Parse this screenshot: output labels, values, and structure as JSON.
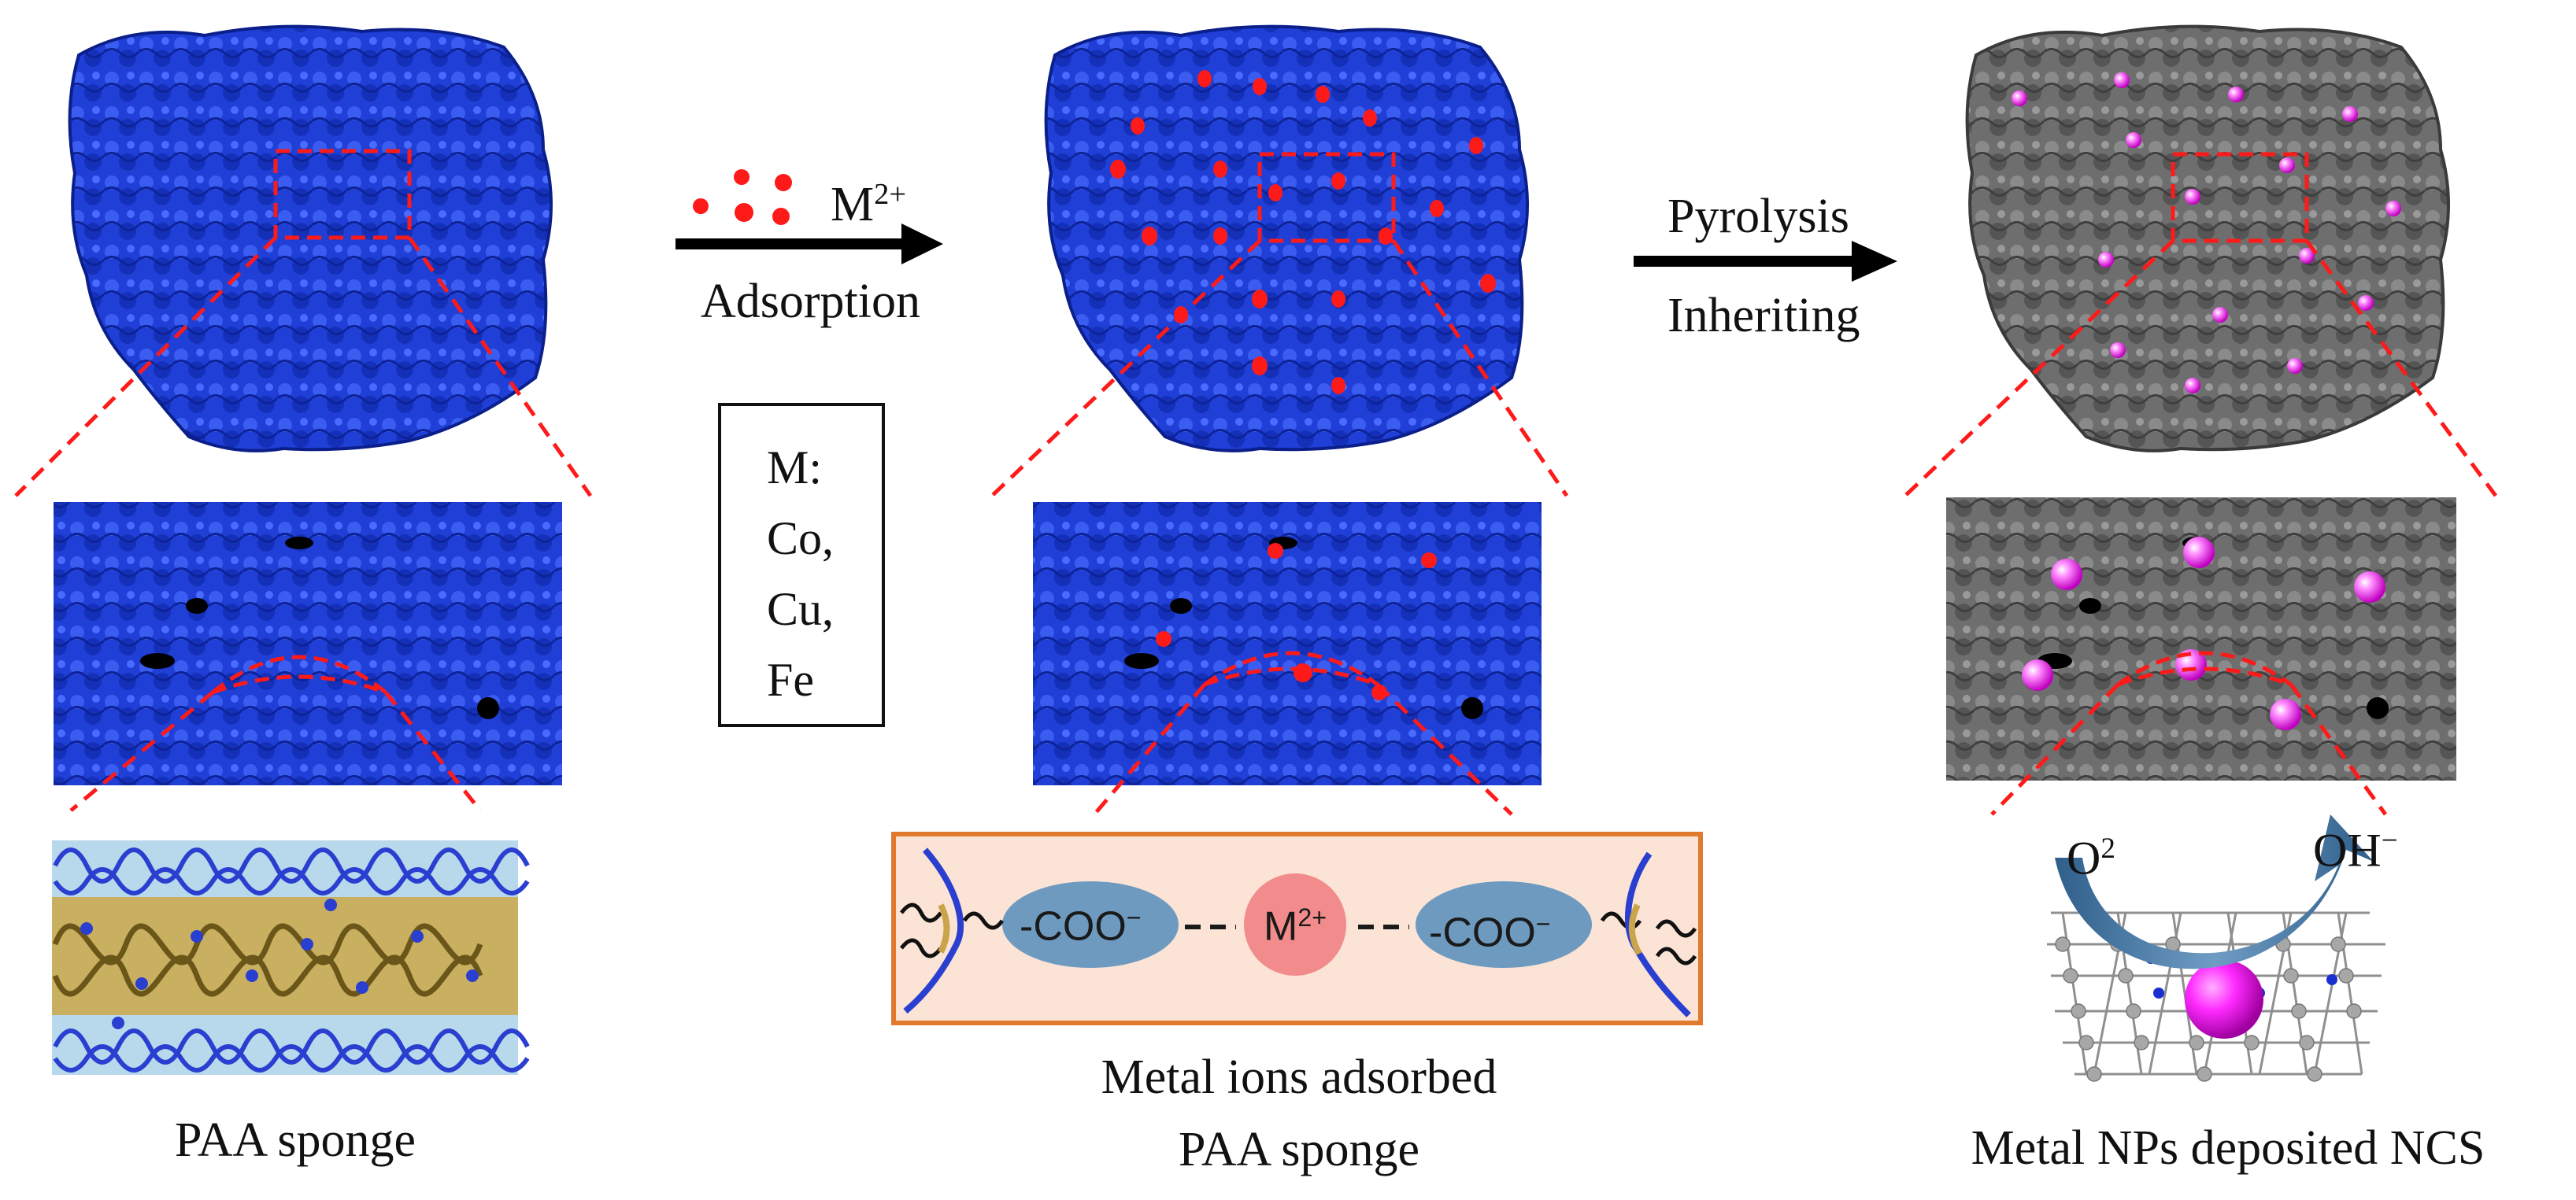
{
  "panels": {
    "left": {
      "caption": "PAA sponge",
      "color": "#1f3fd6"
    },
    "middle": {
      "caption_line1": "Metal ions adsorbed",
      "caption_line2": "PAA sponge",
      "color": "#1f3fd6",
      "dot_color": "#ff1a1a"
    },
    "right": {
      "caption": "Metal NPs deposited NCS",
      "color": "#6e6e6e",
      "particle_color": "#ff33ff"
    }
  },
  "arrow1": {
    "ion_base": "M",
    "ion_charge": "2+",
    "label": "Adsorption"
  },
  "arrow2": {
    "label_top": "Pyrolysis",
    "label_bottom": "Inheriting"
  },
  "metal_box": {
    "header": "M:",
    "items": [
      "Co,",
      "Cu,",
      "Fe"
    ]
  },
  "chelate": {
    "left_group": "-COO",
    "left_charge": "−",
    "ion_base": "M",
    "ion_charge": "2+",
    "right_group": "-COO",
    "right_charge": "−",
    "box_fill": "#fbe3d6",
    "box_border": "#e07a2e"
  },
  "catalysis": {
    "reactant_base": "O",
    "reactant_sup": "2",
    "product_base": "OH",
    "product_sup": "−"
  }
}
